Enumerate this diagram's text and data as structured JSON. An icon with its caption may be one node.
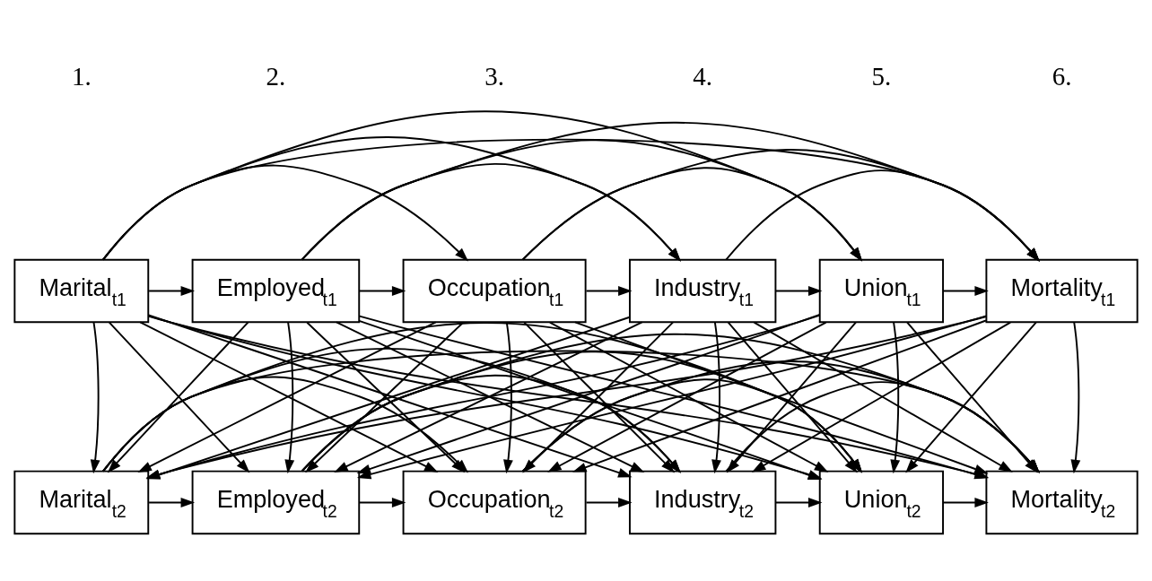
{
  "diagram": {
    "nodes": [
      {
        "text": [
          "Marital$_{t1}$"
        ]
      },
      {
        "text": [
          "Employed$_{t1}$"
        ]
      },
      {
        "text": [
          "Occupation$_{t1}$"
        ]
      },
      {
        "text": [
          "Industry$_{t1}$"
        ]
      },
      {
        "text": [
          "Union$_{t1}$"
        ]
      },
      {
        "text": [
          "Mortality$_{t1}$"
        ]
      },
      {
        "text": [
          "Marital$_{t2}$"
        ]
      },
      {
        "text": [
          "Employed$_{t2}$"
        ]
      },
      {
        "text": [
          "Occupation$_{t2}$"
        ]
      },
      {
        "text": [
          "Industry$_{t2}$"
        ]
      },
      {
        "text": [
          "Union$_{t2}$"
        ]
      },
      {
        "text": [
          "Mortality$_{t2}$"
        ]
      }
    ],
    "edges": [
      {
        "from": 0,
        "to": 1,
        "arrow": "to"
      },
      {
        "from": 0,
        "to": 2,
        "arrow": "to"
      },
      {
        "from": 0,
        "to": 3,
        "arrow": "to"
      },
      {
        "from": 0,
        "to": 4,
        "arrow": "to"
      },
      {
        "from": 0,
        "to": 5,
        "arrow": "to"
      },
      {
        "from": 1,
        "to": 2,
        "arrow": "to"
      },
      {
        "from": 1,
        "to": 3,
        "arrow": "to"
      },
      {
        "from": 1,
        "to": 4,
        "arrow": "to"
      },
      {
        "from": 1,
        "to": 5,
        "arrow": "to"
      },
      {
        "from": 2,
        "to": 3,
        "arrow": "to"
      },
      {
        "from": 2,
        "to": 4,
        "arrow": "to"
      },
      {
        "from": 2,
        "to": 5,
        "arrow": "to"
      },
      {
        "from": 3,
        "to": 4,
        "arrow": "to"
      },
      {
        "from": 3,
        "to": 5,
        "arrow": "to"
      },
      {
        "from": 4,
        "to": 5,
        "arrow": "to"
      },
      {
        "from": 0,
        "to": 6,
        "arrow": "to"
      },
      {
        "from": 0,
        "to": 7,
        "arrow": "to"
      },
      {
        "from": 0,
        "to": 8,
        "arrow": "to"
      },
      {
        "from": 0,
        "to": 9,
        "arrow": "to"
      },
      {
        "from": 0,
        "to": 10,
        "arrow": "to"
      },
      {
        "from": 0,
        "to": 11,
        "arrow": "to"
      },
      {
        "from": 1,
        "to": 6,
        "arrow": "to"
      },
      {
        "from": 1,
        "to": 7,
        "arrow": "to"
      },
      {
        "from": 1,
        "to": 8,
        "arrow": "to"
      },
      {
        "from": 1,
        "to": 9,
        "arrow": "to"
      },
      {
        "from": 1,
        "to": 10,
        "arrow": "to"
      },
      {
        "from": 1,
        "to": 11,
        "arrow": "to"
      },
      {
        "from": 2,
        "to": 6,
        "arrow": "to"
      },
      {
        "from": 2,
        "to": 7,
        "arrow": "to"
      },
      {
        "from": 2,
        "to": 8,
        "arrow": "to"
      },
      {
        "from": 2,
        "to": 9,
        "arrow": "to"
      },
      {
        "from": 2,
        "to": 10,
        "arrow": "to"
      },
      {
        "from": 2,
        "to": 11,
        "arrow": "to"
      },
      {
        "from": 3,
        "to": 6,
        "arrow": "to"
      },
      {
        "from": 3,
        "to": 7,
        "arrow": "to"
      },
      {
        "from": 3,
        "to": 8,
        "arrow": "to"
      },
      {
        "from": 3,
        "to": 9,
        "arrow": "to"
      },
      {
        "from": 3,
        "to": 10,
        "arrow": "to"
      },
      {
        "from": 3,
        "to": 11,
        "arrow": "to"
      },
      {
        "from": 4,
        "to": 6,
        "arrow": "to"
      },
      {
        "from": 4,
        "to": 7,
        "arrow": "to"
      },
      {
        "from": 4,
        "to": 8,
        "arrow": "to"
      },
      {
        "from": 4,
        "to": 9,
        "arrow": "to"
      },
      {
        "from": 4,
        "to": 10,
        "arrow": "to"
      },
      {
        "from": 4,
        "to": 11,
        "arrow": "to"
      },
      {
        "from": 5,
        "to": 6,
        "arrow": "to"
      },
      {
        "from": 5,
        "to": 7,
        "arrow": "to"
      },
      {
        "from": 5,
        "to": 8,
        "arrow": "to"
      },
      {
        "from": 5,
        "to": 9,
        "arrow": "to"
      },
      {
        "from": 5,
        "to": 10,
        "arrow": "to"
      },
      {
        "from": 5,
        "to": 11,
        "arrow": "to"
      },
      {
        "from": 6,
        "to": 7,
        "arrow": "to"
      },
      {
        "from": 6,
        "to": 8,
        "arrow": "to"
      },
      {
        "from": 6,
        "to": 9,
        "arrow": "to"
      },
      {
        "from": 6,
        "to": 10,
        "arrow": "to"
      },
      {
        "from": 6,
        "to": 11,
        "arrow": "to"
      },
      {
        "from": 7,
        "to": 8,
        "arrow": "to"
      },
      {
        "from": 7,
        "to": 9,
        "arrow": "to"
      },
      {
        "from": 7,
        "to": 10,
        "arrow": "to"
      },
      {
        "from": 7,
        "to": 11,
        "arrow": "to"
      },
      {
        "from": 8,
        "to": 9,
        "arrow": "to"
      },
      {
        "from": 8,
        "to": 10,
        "arrow": "to"
      },
      {
        "from": 8,
        "to": 11,
        "arrow": "to"
      },
      {
        "from": 9,
        "to": 10,
        "arrow": "to"
      },
      {
        "from": 9,
        "to": 11,
        "arrow": "to"
      },
      {
        "from": 10,
        "to": 11,
        "arrow": "to"
      }
    ],
    "labels": [
      "1.",
      "2.",
      "3.",
      "4.",
      "5.",
      "6."
    ]
  }
}
